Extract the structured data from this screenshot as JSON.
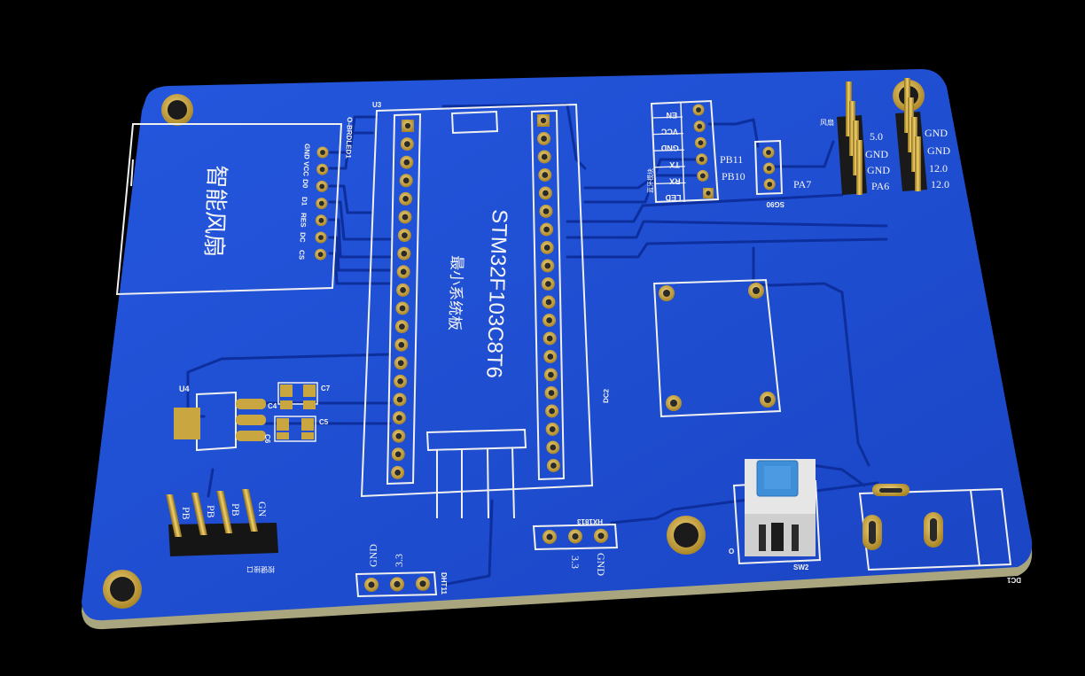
{
  "colors": {
    "background": "#000000",
    "board": "#1f4fd6",
    "board_edge": "#b9b48a",
    "trace": "#0d2f9e",
    "silkscreen": "#f4f4f4",
    "pad_gold": "#c8a640",
    "button_cap": "#3f8fd8"
  },
  "oled": {
    "ref": "O-BRDLED1",
    "title": "智能风扇",
    "pins": [
      "GND",
      "VCC",
      "D0",
      "D1",
      "RES",
      "DC",
      "CS"
    ]
  },
  "mcu": {
    "ref": "U3",
    "part": "STM32F103C8T6",
    "subtitle": "最小系统板"
  },
  "dc2": {
    "ref": "DC2"
  },
  "bt": {
    "pins": [
      "EN",
      "VCC",
      "GND",
      "TX",
      "RX",
      "LED"
    ],
    "side_label": "蓝牙模块"
  },
  "sg90": {
    "ref": "SG90",
    "labels": [
      "PB11",
      "PB10",
      "PA7"
    ]
  },
  "fan_header_left": {
    "labels": [
      "5.0",
      "GND",
      "GND",
      "PA6"
    ],
    "top_label": "风扇"
  },
  "fan_header_right": {
    "labels": [
      "GND",
      "GND",
      "12.0",
      "12.0"
    ]
  },
  "u4": {
    "ref": "U4",
    "caps": [
      "C7",
      "C4",
      "C5",
      "C6"
    ]
  },
  "key_header": {
    "labels": [
      "PB",
      "PB",
      "PB",
      "GN"
    ],
    "bottom_label": "按键接口"
  },
  "dht11": {
    "ref": "DHT11",
    "labels": [
      "GND",
      "3.3"
    ]
  },
  "hx1813": {
    "ref": "HX1813",
    "labels": [
      "3.3",
      "GND"
    ]
  },
  "sw2": {
    "ref": "SW2",
    "mark": "O"
  },
  "dc1": {
    "ref": "DC1"
  }
}
